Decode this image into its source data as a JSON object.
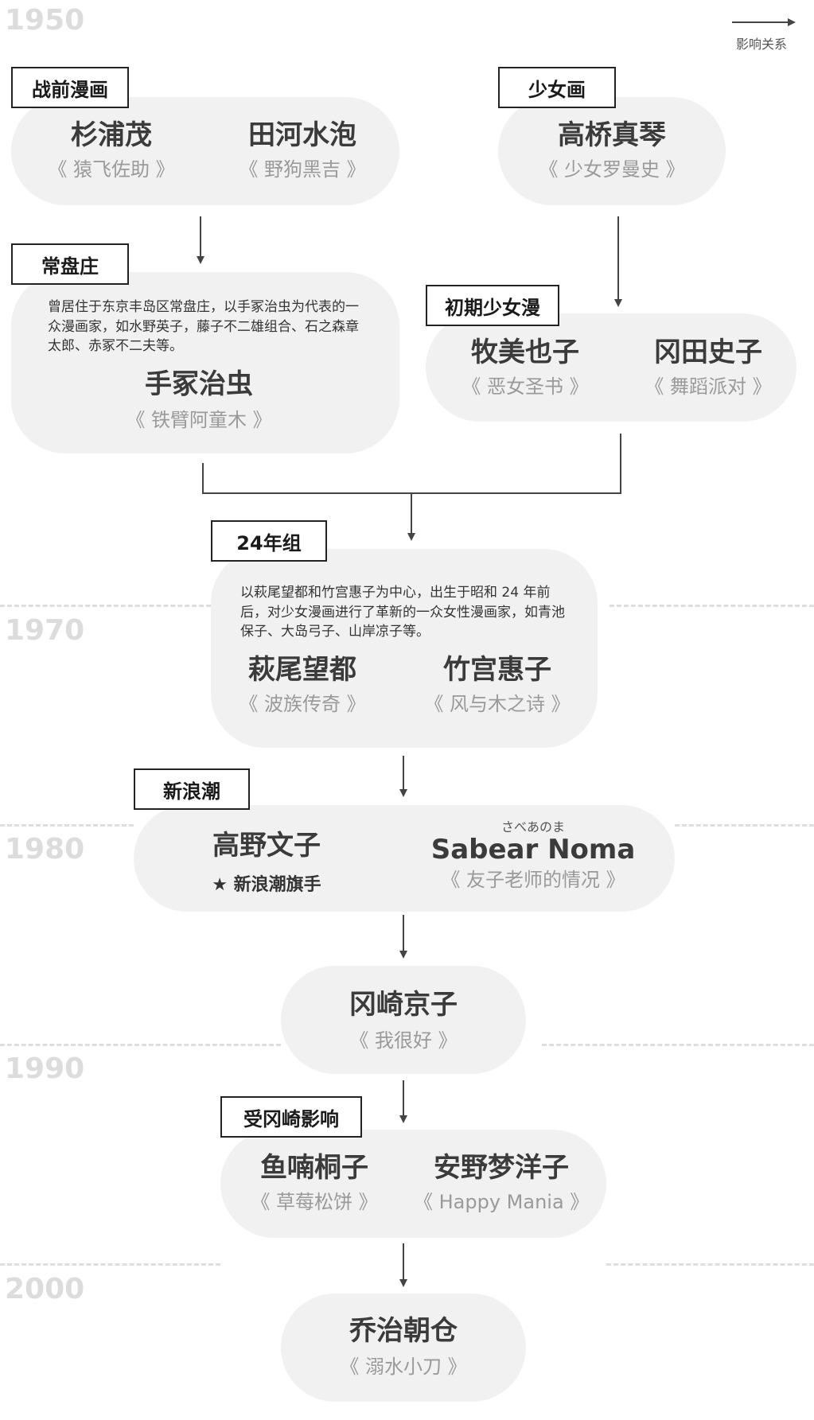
{
  "decades": [
    "1950",
    "1970",
    "1980",
    "1990",
    "2000"
  ],
  "legend": {
    "label": "影响关系"
  },
  "groups": {
    "prewar": {
      "tag": "战前漫画",
      "artists": [
        {
          "name": "杉浦茂",
          "work": "《 猿飞佐助 》"
        },
        {
          "name": "田河水泡",
          "work": "《 野狗黑吉 》"
        }
      ]
    },
    "shojo": {
      "tag": "少女画",
      "artists": [
        {
          "name": "高桥真琴",
          "work": "《 少女罗曼史 》"
        }
      ]
    },
    "tokiwa": {
      "tag": "常盘庄",
      "desc": "曾居住于东京丰岛区常盘庄，以手冢治虫为代表的一众漫画家，如水野英子，藤子不二雄组合、石之森章太郎、赤冢不二夫等。",
      "artists": [
        {
          "name": "手冢治虫",
          "work": "《 铁臂阿童木 》"
        }
      ]
    },
    "early_shojo": {
      "tag": "初期少女漫",
      "artists": [
        {
          "name": "牧美也子",
          "work": "《 恶女圣书 》"
        },
        {
          "name": "冈田史子",
          "work": "《 舞蹈派对 》"
        }
      ]
    },
    "group24": {
      "tag": "24年组",
      "desc": "以萩尾望都和竹宫惠子为中心，出生于昭和 24 年前后，对少女漫画进行了革新的一众女性漫画家，如青池保子、大岛弓子、山岸凉子等。",
      "artists": [
        {
          "name": "萩尾望都",
          "work": "《 波族传奇 》"
        },
        {
          "name": "竹宫惠子",
          "work": "《 风与木之诗 》"
        }
      ]
    },
    "newwave": {
      "tag": "新浪潮",
      "artists": [
        {
          "name": "高野文子",
          "badge": "★ 新浪潮旗手"
        },
        {
          "name": "Sabear Noma",
          "furigana": "さべあのま",
          "work": "《 友子老师的情况 》"
        }
      ]
    },
    "okazaki": {
      "artists": [
        {
          "name": "冈崎京子",
          "work": "《 我很好 》"
        }
      ]
    },
    "influenced": {
      "tag": "受冈崎影响",
      "artists": [
        {
          "name": "鱼喃桐子",
          "work": "《 草莓松饼 》"
        },
        {
          "name": "安野梦洋子",
          "work": "《 Happy Mania 》"
        }
      ]
    },
    "george": {
      "artists": [
        {
          "name": "乔治朝仓",
          "work": "《 溺水小刀 》"
        }
      ]
    }
  }
}
